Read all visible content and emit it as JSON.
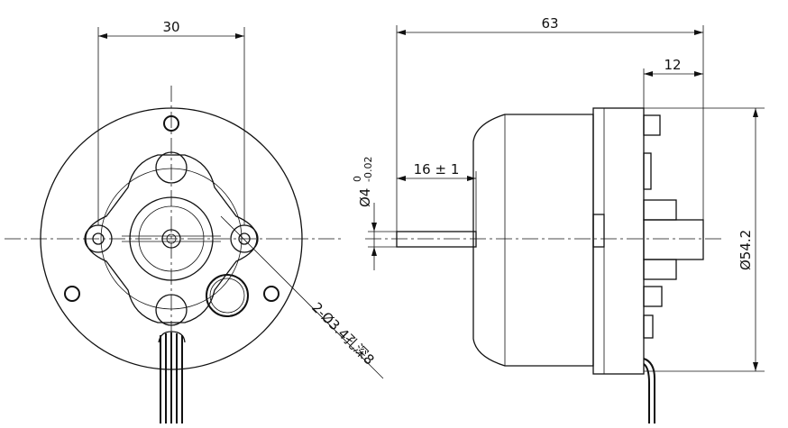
{
  "drawing": {
    "front_view": {
      "dim_width": "30",
      "hole_callout": "2-Ø3.4孔深8"
    },
    "side_view": {
      "dim_length": "63",
      "dim_flange": "12",
      "dim_shaft_offset": "16 ± 1",
      "dim_shaft_dia": "Ø4",
      "dim_shaft_tol_upper": "0",
      "dim_shaft_tol_lower": "-0.02",
      "dim_body_dia": "Ø54.2"
    }
  }
}
